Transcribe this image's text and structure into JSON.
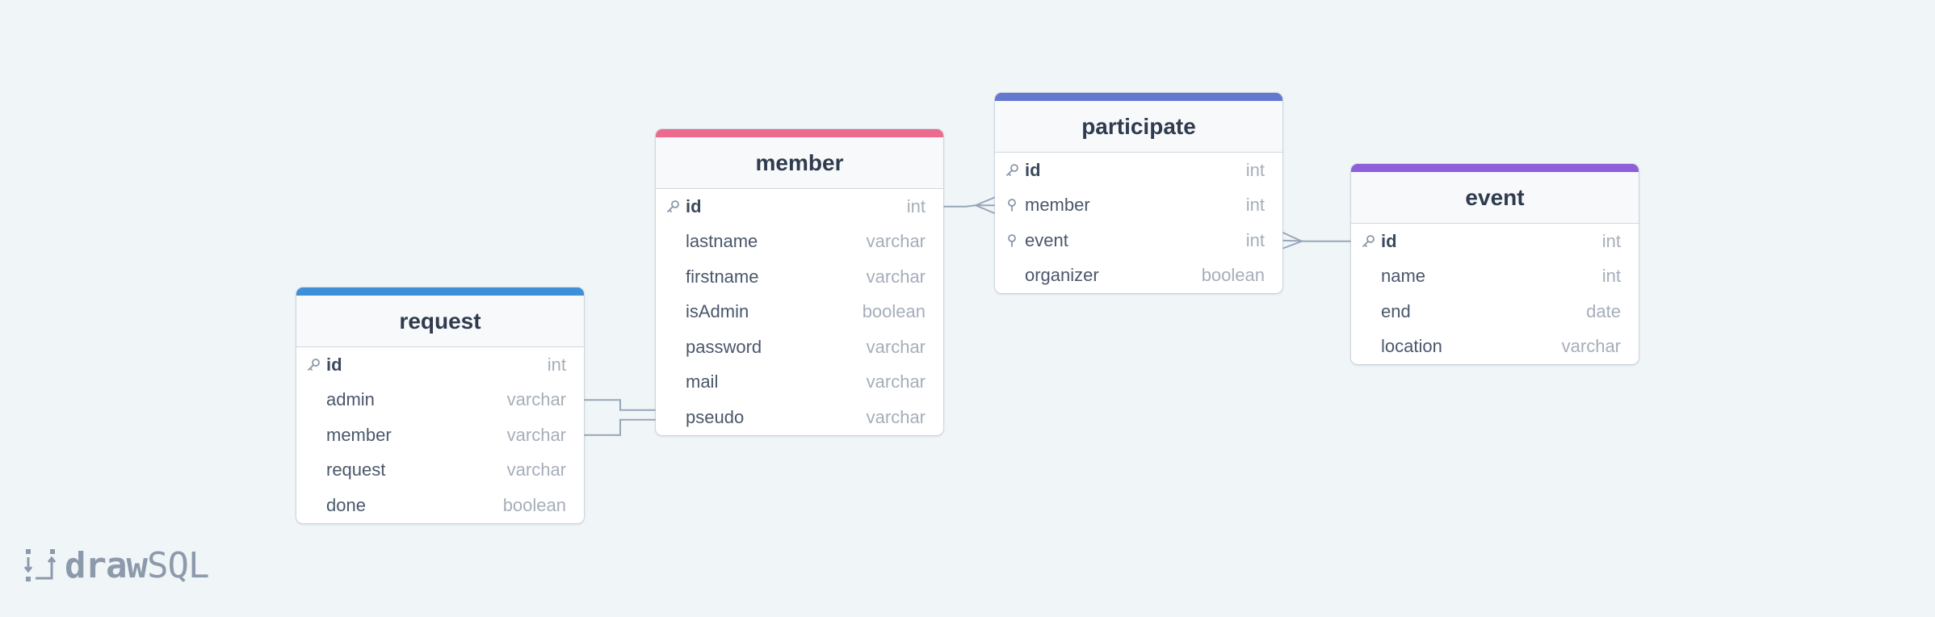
{
  "app": {
    "logo_bold": "draw",
    "logo_light": "SQL"
  },
  "tables": [
    {
      "name": "request",
      "color": "#3d8fd8",
      "fields": [
        {
          "name": "id",
          "type": "int",
          "key": "primary"
        },
        {
          "name": "admin",
          "type": "varchar",
          "key": ""
        },
        {
          "name": "member",
          "type": "varchar",
          "key": ""
        },
        {
          "name": "request",
          "type": "varchar",
          "key": ""
        },
        {
          "name": "done",
          "type": "boolean",
          "key": ""
        }
      ]
    },
    {
      "name": "member",
      "color": "#ec6a8e",
      "fields": [
        {
          "name": "id",
          "type": "int",
          "key": "primary"
        },
        {
          "name": "lastname",
          "type": "varchar",
          "key": ""
        },
        {
          "name": "firstname",
          "type": "varchar",
          "key": ""
        },
        {
          "name": "isAdmin",
          "type": "boolean",
          "key": ""
        },
        {
          "name": "password",
          "type": "varchar",
          "key": ""
        },
        {
          "name": "mail",
          "type": "varchar",
          "key": ""
        },
        {
          "name": "pseudo",
          "type": "varchar",
          "key": ""
        }
      ]
    },
    {
      "name": "participate",
      "color": "#6578cf",
      "fields": [
        {
          "name": "id",
          "type": "int",
          "key": "primary"
        },
        {
          "name": "member",
          "type": "int",
          "key": "foreign"
        },
        {
          "name": "event",
          "type": "int",
          "key": "foreign"
        },
        {
          "name": "organizer",
          "type": "boolean",
          "key": ""
        }
      ]
    },
    {
      "name": "event",
      "color": "#8f5fd9",
      "fields": [
        {
          "name": "id",
          "type": "int",
          "key": "primary"
        },
        {
          "name": "name",
          "type": "int",
          "key": ""
        },
        {
          "name": "end",
          "type": "date",
          "key": ""
        },
        {
          "name": "location",
          "type": "varchar",
          "key": ""
        }
      ]
    }
  ],
  "relations": [
    {
      "from_table": "request",
      "from_field": "admin",
      "to_table": "member",
      "to_field": "pseudo"
    },
    {
      "from_table": "request",
      "from_field": "member",
      "to_table": "member",
      "to_field": "pseudo"
    },
    {
      "from_table": "member",
      "from_field": "id",
      "to_table": "participate",
      "to_field": "member",
      "many_end": "to"
    },
    {
      "from_table": "participate",
      "from_field": "event",
      "to_table": "event",
      "to_field": "id",
      "many_end": "from"
    }
  ],
  "line_color": "#97a6b8"
}
